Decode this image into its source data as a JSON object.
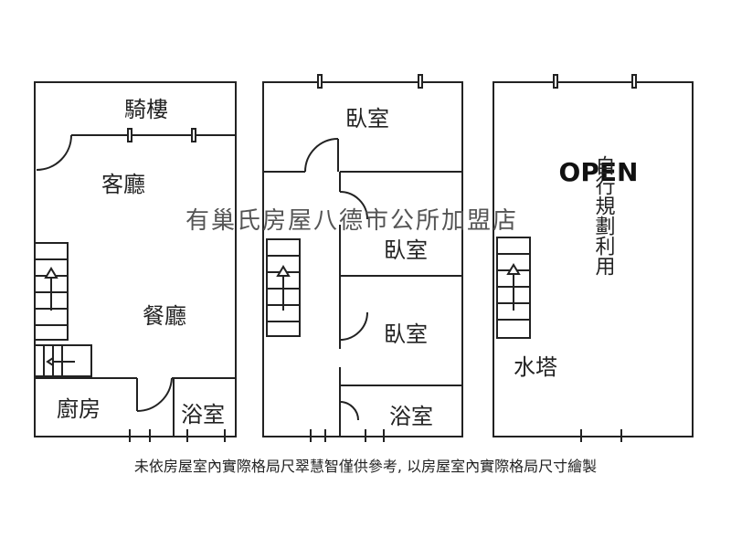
{
  "floor1": {
    "arcade": "騎樓",
    "living": "客廳",
    "dining": "餐廳",
    "kitchen": "廚房",
    "bath": "浴室"
  },
  "floor2": {
    "bedroom_top": "臥室",
    "bedroom_mid": "臥室",
    "bedroom_low": "臥室",
    "bath": "浴室"
  },
  "floor3": {
    "open": "OPEN",
    "self_plan": "自行規劃利用",
    "water_tower": "水塔"
  },
  "watermark": "有巢氏房屋八德市公所加盟店",
  "footer_note": "未依房屋室內實際格局尺翠慧智僅供參考, 以房屋室內實際格局尺寸繪製"
}
